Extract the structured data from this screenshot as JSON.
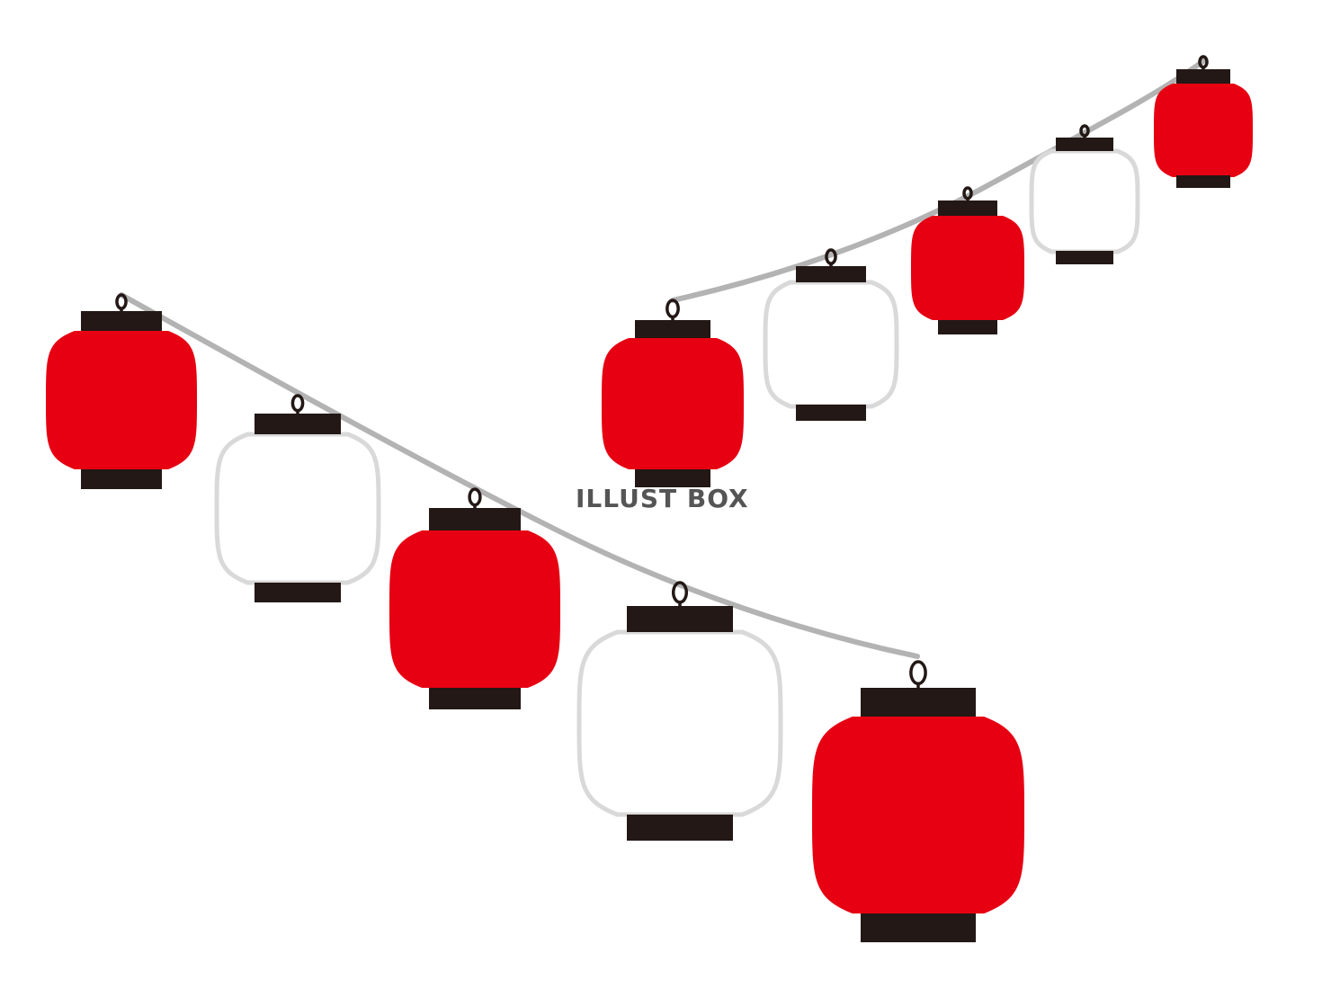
{
  "watermark": "ILLUST BOX",
  "colors": {
    "lantern_red": "#e60012",
    "lantern_white_fill": "#ffffff",
    "lantern_white_outline": "#d9d9d9",
    "cap": "#231815",
    "string": "#b3b3b3"
  },
  "strings": [
    {
      "name": "back-string",
      "lanterns": [
        "red",
        "white",
        "red",
        "white",
        "red"
      ]
    },
    {
      "name": "front-string",
      "lanterns": [
        "red",
        "white",
        "red",
        "white",
        "red"
      ]
    }
  ]
}
